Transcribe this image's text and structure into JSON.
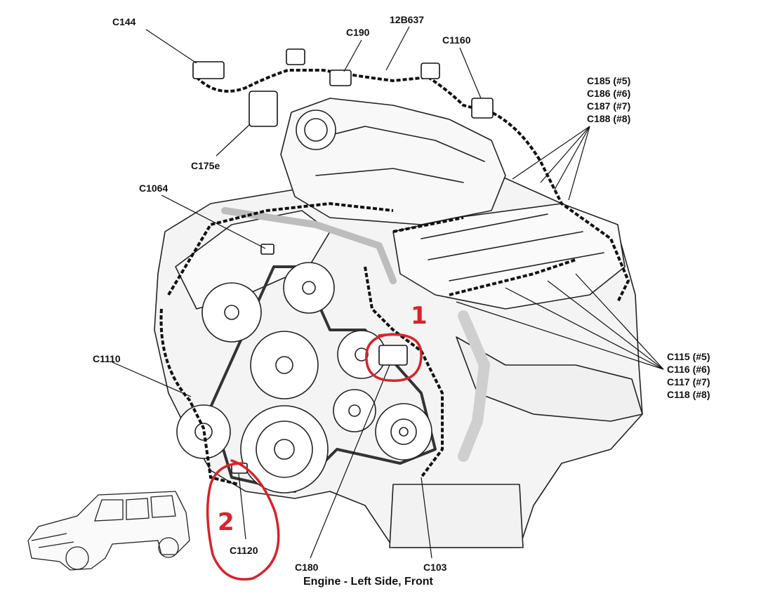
{
  "diagram": {
    "caption": "Engine - Left Side, Front",
    "labels": {
      "c144": "C144",
      "c190": "C190",
      "p12b637": "12B637",
      "c1160": "C1160",
      "c185": "C185 (#5)",
      "c186": "C186 (#6)",
      "c187": "C187 (#7)",
      "c188": "C188 (#8)",
      "c175e": "C175e",
      "c1064": "C1064",
      "c1110": "C1110",
      "c115": "C115 (#5)",
      "c116": "C116 (#6)",
      "c117": "C117 (#7)",
      "c118": "C118 (#8)",
      "c1120": "C1120",
      "c180": "C180",
      "c103": "C103"
    },
    "annotations": {
      "mark_1": "1",
      "mark_2": "2",
      "color": "#d8232a"
    },
    "icons": [
      "engine-drawing",
      "vehicle-thumbnail-icon",
      "wiring-harness"
    ]
  }
}
